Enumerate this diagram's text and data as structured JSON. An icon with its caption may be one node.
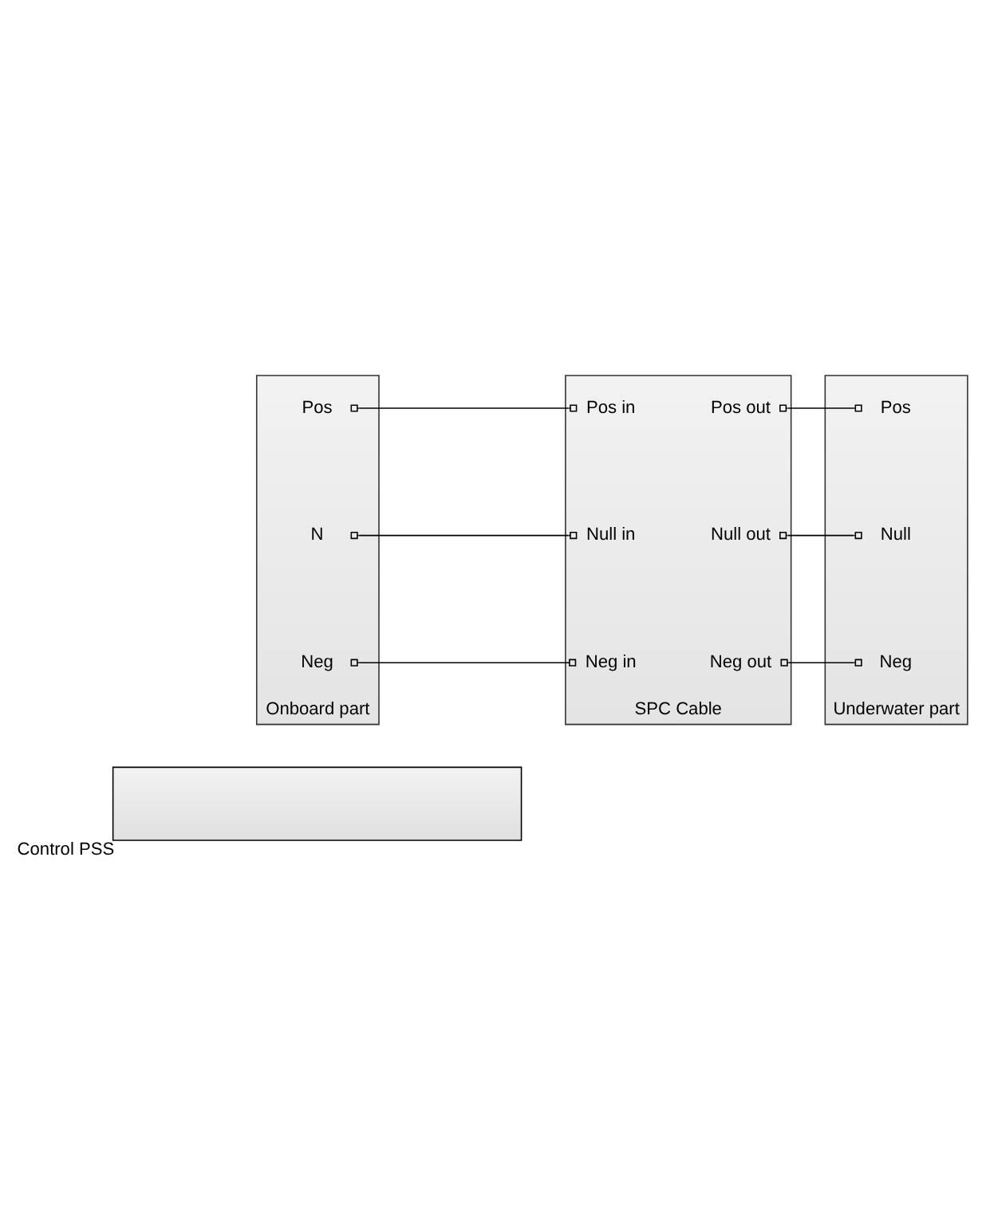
{
  "diagram": {
    "nodes": [
      {
        "text": [
          "Control PSS"
        ]
      },
      {
        "text": [
          "Onboard part"
        ]
      },
      {
        "text": [
          "Pos"
        ],
        "in": 1
      },
      {
        "text": [
          "N"
        ],
        "in": 1
      },
      {
        "text": [
          "Neg"
        ],
        "in": 1
      },
      {
        "text": [
          "SPC Cable"
        ]
      },
      {
        "text": [
          "Pos in"
        ],
        "in": 5
      },
      {
        "text": [
          "Null in"
        ],
        "in": 5
      },
      {
        "text": [
          "Neg in"
        ],
        "in": 5
      },
      {
        "text": [
          "Pos out"
        ],
        "in": 5
      },
      {
        "text": [
          "Null out"
        ],
        "in": 5
      },
      {
        "text": [
          "Neg out"
        ],
        "in": 5
      },
      {
        "text": [
          "Underwater part"
        ]
      },
      {
        "text": [
          "Pos"
        ],
        "in": 12
      },
      {
        "text": [
          "Null"
        ],
        "in": 12
      },
      {
        "text": [
          "Neg"
        ],
        "in": 12
      }
    ],
    "edges": [
      {
        "from": 2,
        "to": 6,
        "arrow": "other"
      },
      {
        "from": 3,
        "to": 7,
        "arrow": "other"
      },
      {
        "from": 4,
        "to": 8,
        "arrow": "other"
      },
      {
        "from": 9,
        "to": 13,
        "arrow": "other"
      },
      {
        "from": 10,
        "to": 14,
        "arrow": "other"
      },
      {
        "from": 11,
        "to": 15,
        "arrow": "other"
      }
    ]
  }
}
